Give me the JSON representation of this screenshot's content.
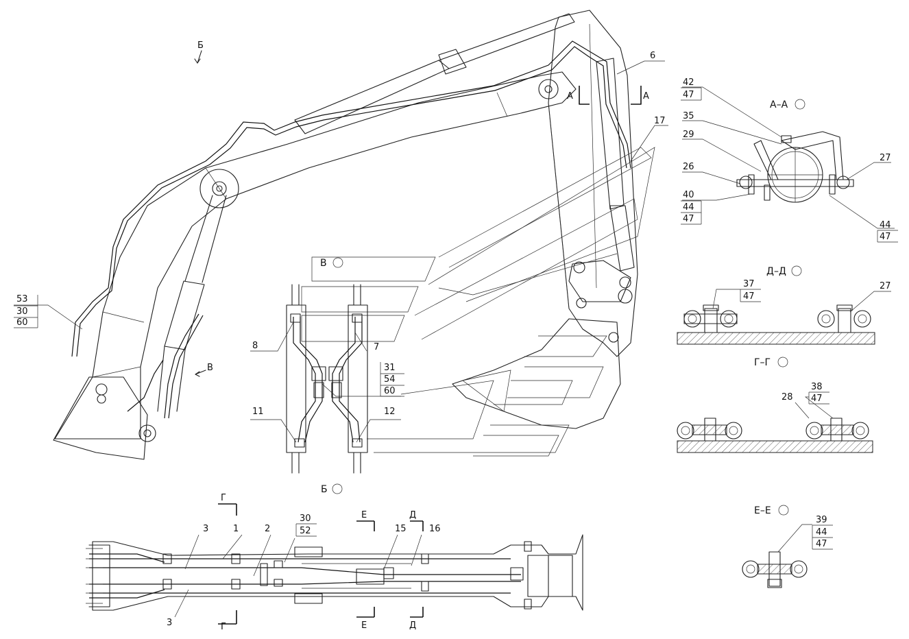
{
  "views": {
    "main_view_b": "Б",
    "arrow_v": "В",
    "section_a": "А",
    "section_g": "Г",
    "section_e": "Е",
    "section_d": "Д",
    "view_v_title": "В",
    "view_b_title": "Б",
    "section_aa_title": "А–А",
    "section_dd_title": "Д–Д",
    "section_gg_title": "Г–Г",
    "section_ee_title": "Е–Е"
  },
  "callouts": {
    "c53": "53",
    "c30a": "30",
    "c60a": "60",
    "c6": "6",
    "c17": "17",
    "c8": "8",
    "c7": "7",
    "c31": "31",
    "c54": "54",
    "c60b": "60",
    "c11": "11",
    "c12": "12",
    "c42": "42",
    "c47a": "47",
    "c35": "35",
    "c29": "29",
    "c26": "26",
    "c27a": "27",
    "c40": "40",
    "c44a": "44",
    "c47b": "47",
    "c44b": "44",
    "c47c": "47",
    "c37": "37",
    "c47d": "47",
    "c27b": "27",
    "c38": "38",
    "c47e": "47",
    "c28": "28",
    "c39": "39",
    "c44c": "44",
    "c47f": "47",
    "c3a": "3",
    "c1": "1",
    "c2": "2",
    "c30b": "30",
    "c52": "52",
    "c15": "15",
    "c16": "16",
    "c3b": "3"
  }
}
